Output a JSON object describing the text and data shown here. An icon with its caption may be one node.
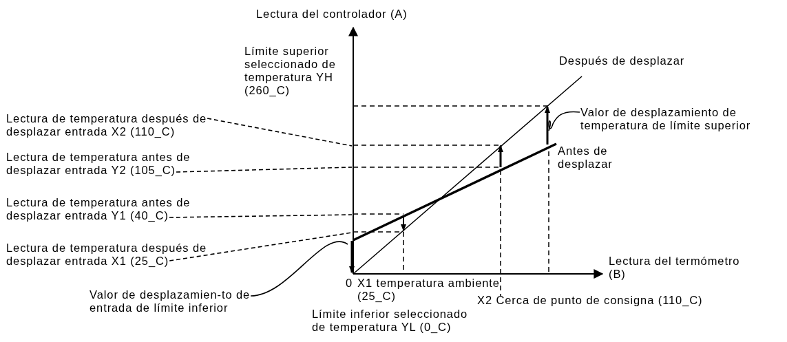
{
  "diagram": {
    "nodes": [
      {
        "text": [
          "Lectura de temperatura después de desplazar entrada X2 (110_C)"
        ]
      },
      {
        "text": [
          "Lectura de temperatura antes de desplazar entrada Y2 (105_C)"
        ]
      },
      {
        "text": [
          "Lectura de temperatura antes de desplazar entrada Y1 (40_C)"
        ]
      },
      {
        "text": [
          "Lectura de temperatura después de desplazar entrada X1 (25_C)"
        ]
      },
      {
        "text": [
          "Valor de desplazamien-to de entrada de límite inferior"
        ]
      },
      {
        "text": [
          "Valor de desplazamiento de temperatura de límite superior"
        ]
      }
    ],
    "edges": [
      {
        "from": 0,
        "to": null,
        "arrow": "none",
        "style": "dashed"
      },
      {
        "from": 1,
        "to": null,
        "arrow": "none",
        "style": "dashed"
      },
      {
        "from": 2,
        "to": null,
        "arrow": "none",
        "style": "dashed"
      },
      {
        "from": 3,
        "to": null,
        "arrow": "none",
        "style": "dashed"
      },
      {
        "from": 4,
        "to": null,
        "arrow": "none"
      },
      {
        "from": 5,
        "to": null,
        "arrow": "none"
      }
    ],
    "labels": [
      "Lectura del controlador (A)",
      "Límite superior seleccionado de temperatura YH (260_C)",
      "Después de desplazar",
      "Antes de desplazar",
      "Lectura del termómetro (B)",
      "0",
      "X1 temperatura ambiente (25_C)",
      "X2 Cerca de punto de consigna (110_C)",
      "Límite inferior seleccionado de temperatura YL (0_C)"
    ]
  }
}
